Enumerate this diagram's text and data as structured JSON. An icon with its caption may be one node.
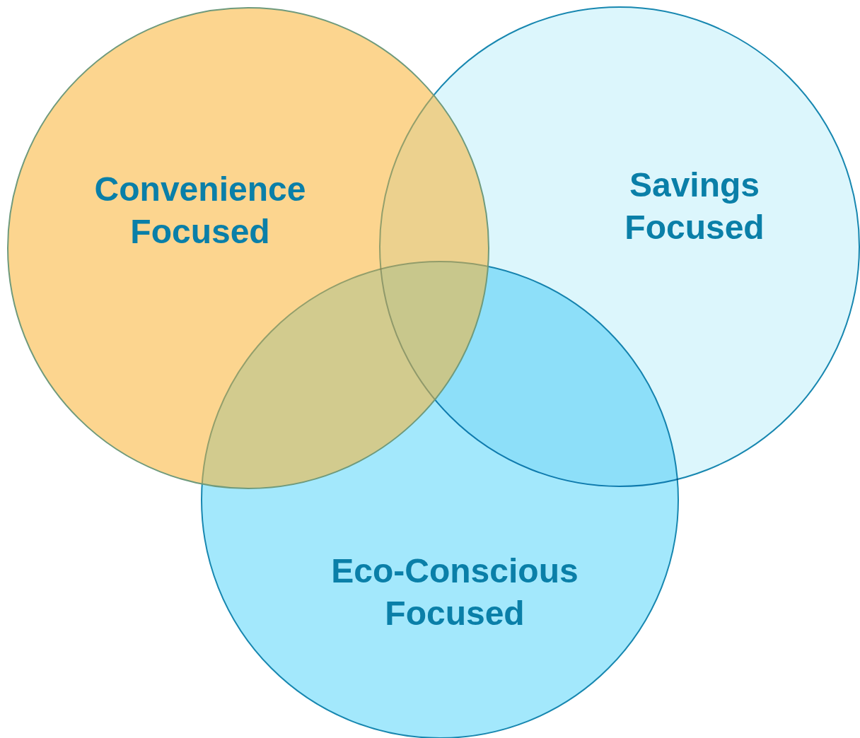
{
  "diagram": {
    "nodes": [
      {
        "text": [
          "Convenience Focused"
        ]
      },
      {
        "text": [
          "Savings Focused"
        ]
      },
      {
        "text": [
          "Eco-Conscious Focused"
        ]
      }
    ]
  }
}
